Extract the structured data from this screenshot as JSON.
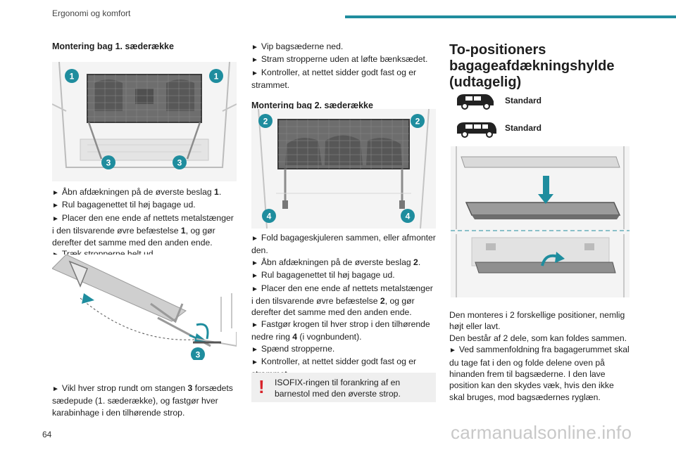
{
  "header": {
    "section": "Ergonomi og komfort",
    "accent_color": "#1f8d9e"
  },
  "col1": {
    "heading": "Montering bag 1. sæderække",
    "fig1_badges": [
      "1",
      "1",
      "3",
      "3"
    ],
    "steps1": [
      {
        "pre": "Åbn afdækningen på de øverste beslag ",
        "bold": "1",
        "post": "."
      },
      {
        "pre": "Rul bagagenettet til høj bagage ud.",
        "bold": "",
        "post": ""
      },
      {
        "pre": "Placer den ene ende af nettets metalstænger i den tilsvarende øvre befæstelse ",
        "bold": "1",
        "post": ", og gør derefter det samme med den anden ende."
      },
      {
        "pre": "Træk stropperne helt ud.",
        "bold": "",
        "post": ""
      }
    ],
    "fig2_badge": "3",
    "step_final": {
      "pre": "Vikl hver strop rundt om stangen ",
      "bold": "3",
      "post": " forsædets sædepude (1. sæderække), og fastgør hver karabinhage i den tilhørende strop."
    }
  },
  "col2": {
    "steps_top": [
      "Vip bagsæderne ned.",
      "Stram stropperne uden at løfte bænksædet.",
      "Kontroller, at nettet sidder godt fast og er strammet."
    ],
    "heading": "Montering bag 2. sæderække",
    "fig3_badges": [
      "2",
      "2",
      "4",
      "4"
    ],
    "steps2": [
      {
        "pre": "Fold bagageskjuleren sammen, eller afmonter den.",
        "bold": "",
        "post": ""
      },
      {
        "pre": "Åbn afdækningen på de øverste beslag ",
        "bold": "2",
        "post": "."
      },
      {
        "pre": "Rul bagagenettet til høj bagage ud.",
        "bold": "",
        "post": ""
      },
      {
        "pre": "Placer den ene ende af nettets metalstænger i den tilsvarende øvre befæstelse ",
        "bold": "2",
        "post": ", og gør derefter det samme med den anden ende."
      },
      {
        "pre": "Fastgør krogen til hver strop i den tilhørende nedre ring ",
        "bold": "4",
        "post": " (i vognbundent)."
      },
      {
        "pre": "Spænd stropperne.",
        "bold": "",
        "post": ""
      },
      {
        "pre": "Kontroller, at nettet sidder godt fast og er strammet.",
        "bold": "",
        "post": ""
      }
    ],
    "warning_mark": "!",
    "warning_text": "ISOFIX-ringen til forankring af en barnestol med den øverste strop."
  },
  "col3": {
    "title": "To-positioners bagageafdækningshylde (udtagelig)",
    "variants": [
      "Standard",
      "Standard"
    ],
    "para1": "Den monteres i 2 forskellige positioner, nemlig højt eller lavt.",
    "para2": "Den består af 2 dele, som kan foldes sammen.",
    "step": "Ved sammenfoldning fra bagagerummet skal du tage fat i den og folde delene oven på hinanden frem til bagsæderne. I den lave position kan den skydes væk, hvis den ikke skal bruges, mod bagsædernes ryglæn."
  },
  "bullet_glyph": "►",
  "page_number": "64",
  "watermark": "carmanualsonline.info"
}
